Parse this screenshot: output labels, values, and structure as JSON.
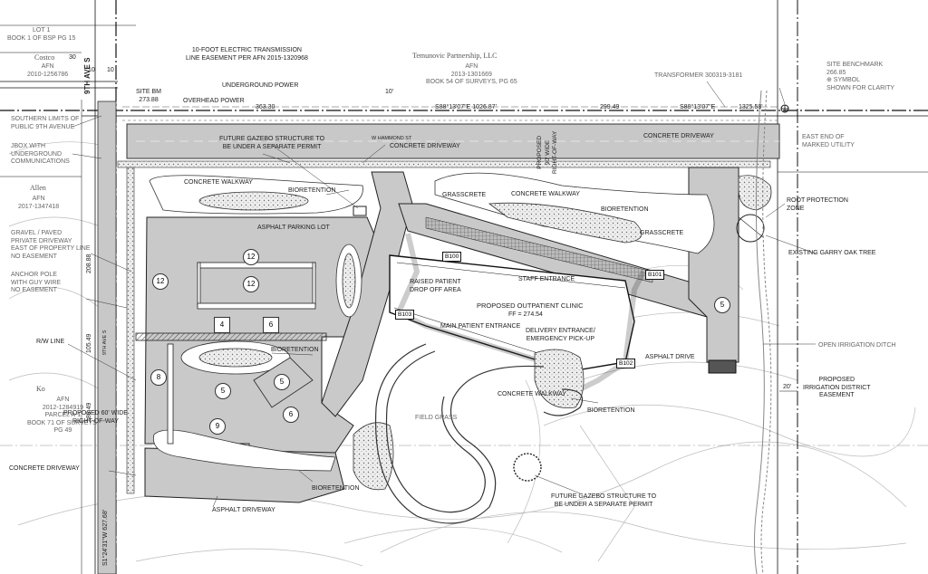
{
  "neighbors": {
    "lot1": "LOT 1\nBOOK 1 OF BSP PG 15",
    "costco": "Costco",
    "costco_afn": "AFN\n2010-1256786",
    "temunovic": "Temunovic Partnership, LLC",
    "temunovic_afn": "AFN\n2013-1301669\nBOOK 54 OF SURVEYS, PG 65",
    "allen": "Allen",
    "allen_afn": "AFN\n2017-1347418",
    "ko": "Ko",
    "ko_afn": "AFN\n2012-1284919\nPARCEL A-1\nBOOK 71 OF SURVEYS,\nPG 49"
  },
  "streets": {
    "ninth_ave_s": "9TH AVE S",
    "ninth_ave_s_small": "9TH AVE S",
    "w_hammond": "W HAMMOND ST"
  },
  "dimensions": {
    "d30": "30",
    "d10a": "10",
    "d10b": "10",
    "d10c": "10'",
    "d363": "363.30",
    "bearing_top": "S88°13'07\"E 1026.87'",
    "d299": "299.49",
    "bearing_right": "S88°13'07\"E",
    "d1325": "1325.58'",
    "d208": "208.88",
    "d1054": "105.49",
    "d18849": "188.49",
    "bearing_left": "S1°24'31\"W 627.68'",
    "d20": "20'"
  },
  "notes": {
    "easement_elec": "10-FOOT ELECTRIC TRANSMISSION\nLINE EASEMENT PER AFN 2015-1320968",
    "underground_power": "UNDERGROUND POWER",
    "overhead_power": "OVERHEAD POWER",
    "site_bm": "SITE BM\n273.88",
    "southern_limits": "SOUTHERN LIMITS OF\nPUBLIC 9TH AVENUE",
    "jbox": "JBOX WITH\nUNDERGROUND\nCOMMUNICATIONS",
    "gravel": "GRAVEL / PAVED\nPRIVATE DRIVEWAY\nEAST OF PROPERTY LINE\nNO EASEMENT",
    "anchor": "ANCHOR POLE\nWITH GUY WIRE\nNO EASEMENT",
    "rw_line": "R/W LINE",
    "proposed_60": "PROPOSED 60' WIDE\nRIGHT-OF-WAY",
    "concrete_driveway_left": "CONCRETE DRIVEWAY",
    "asphalt_driveway": "ASPHALT DRIVEWAY",
    "bioretention_bottom": "BIORETENTION",
    "future_gazebo_top": "FUTURE GAZEBO STRUCTURE TO\nBE UNDER A SEPARATE PERMIT",
    "concrete_walkway_top": "CONCRETE WALKWAY",
    "bioretention_top": "BIORETENTION",
    "asphalt_parking": "ASPHALT PARKING LOT",
    "concrete_driveway_mid": "CONCRETE DRIVEWAY",
    "proposed_row_vert": "PROPOSED\n90' WIDE\nRIGHT-OF-WAY",
    "grasscrete1": "GRASSCRETE",
    "concrete_walkway_mid": "CONCRETE WALKWAY",
    "bioretention_mid": "BIORETENTION",
    "grasscrete2": "GRASSCRETE",
    "concrete_driveway_right": "CONCRETE DRIVEWAY",
    "east_end": "EAST END OF\nMARKED UTILITY",
    "transformer": "TRANSFORMER 300319-3181",
    "benchmark": "SITE BENCHMARK\n266.85\n⊕ SYMBOL\nSHOWN FOR CLARITY",
    "root_zone": "ROOT PROTECTION\nZONE",
    "garry_oak": "EXISTING GARRY OAK TREE",
    "staff_entrance": "STAFF ENTRANCE",
    "raised_dropoff": "RAISED PATIENT\nDROP OFF AREA",
    "clinic": "PROPOSED OUTPATIENT CLINIC",
    "ff": "FF = 274.54",
    "main_entrance": "MAIN PATIENT ENTRANCE",
    "delivery": "DELIVERY ENTRANCE/\nEMERGENCY PICK-UP",
    "bioretention_lot": "BIORETENTION",
    "concrete_walkway_low": "CONCRETE WALKWAY",
    "bioretention_low": "BIORETENTION",
    "asphalt_drive": "ASPHALT DRIVE",
    "open_irrigation": "OPEN IRRIGATION DITCH",
    "irrigation_easement": "PROPOSED\nIRRIGATION DISTRICT\nEASEMENT",
    "field_grass": "FIELD GRASS",
    "future_gazebo_bottom": "FUTURE GAZEBO STRUCTURE TO\nBE UNDER A SEPARATE PERMIT"
  },
  "tags": {
    "b100": "B100",
    "b101": "B101",
    "b102": "B102",
    "b103": "B103"
  },
  "stalls": {
    "s12a": "12",
    "s12b": "12",
    "s12c": "12",
    "s4": "4",
    "s6": "6",
    "s8": "8",
    "s5a": "5",
    "s5b": "5",
    "s6b": "6",
    "s9": "9",
    "s5c": "5"
  }
}
